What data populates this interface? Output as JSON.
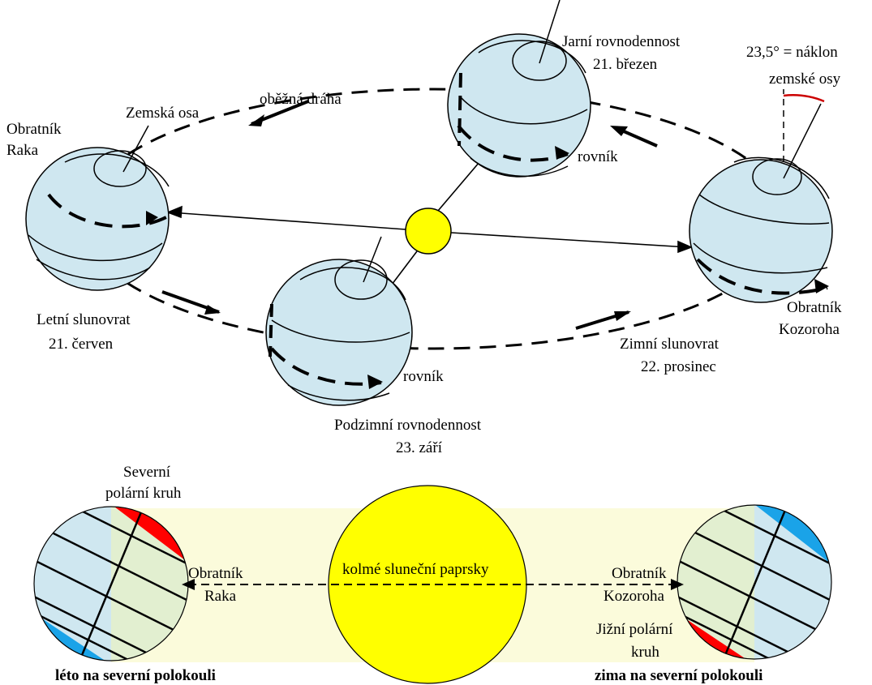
{
  "orbit": {
    "orbit_label": "oběžná dráha",
    "axis_label": "Zemská osa",
    "tilt_line1": "23,5° = náklon",
    "tilt_line2": "zemské osy"
  },
  "positions": {
    "summer": {
      "line1": "Letní slunovrat",
      "line2": "21. červen",
      "tropic_line1": "Obratník",
      "tropic_line2": "Raka"
    },
    "spring": {
      "line1": "Jarní rovnodennost",
      "line2": "21. březen",
      "equator": "rovník"
    },
    "autumn": {
      "line1": "Podzimní rovnodennost",
      "line2": "23. září",
      "equator": "rovník"
    },
    "winter": {
      "line1": "Zimní slunovrat",
      "line2": "22. prosinec",
      "tropic_line1": "Obratník",
      "tropic_line2": "Kozoroha"
    }
  },
  "bottom": {
    "arctic_line1": "Severní",
    "arctic_line2": "polární kruh",
    "antarctic_line1": "Jižní polární",
    "antarctic_line2": "kruh",
    "sun_rays": "kolmé sluneční paprsky",
    "left_tropic_line1": "Obratník",
    "left_tropic_line2": "Raka",
    "right_tropic_line1": "Obratník",
    "right_tropic_line2": "Kozoroha",
    "left_caption": "léto na severní polokouli",
    "right_caption": "zima na severní polokouli"
  },
  "colors": {
    "earth": "#cfe7f0",
    "sun": "#ffff00",
    "light_band": "#fbfbdb",
    "day_side": "#e2efd0",
    "polar_lit": "#ff0000",
    "polar_dark": "#1aa3e8",
    "tilt_arc": "#cc0000"
  }
}
